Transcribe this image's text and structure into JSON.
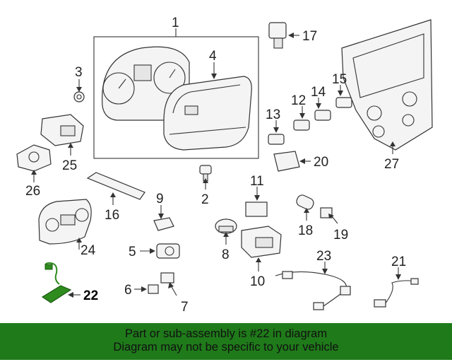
{
  "callouts": [
    {
      "id": "1",
      "label": "1"
    },
    {
      "id": "2",
      "label": "2"
    },
    {
      "id": "3",
      "label": "3"
    },
    {
      "id": "4",
      "label": "4"
    },
    {
      "id": "5",
      "label": "5"
    },
    {
      "id": "6",
      "label": "6"
    },
    {
      "id": "7",
      "label": "7"
    },
    {
      "id": "8",
      "label": "8"
    },
    {
      "id": "9",
      "label": "9"
    },
    {
      "id": "10",
      "label": "10"
    },
    {
      "id": "11",
      "label": "11"
    },
    {
      "id": "12",
      "label": "12"
    },
    {
      "id": "13",
      "label": "13"
    },
    {
      "id": "14",
      "label": "14"
    },
    {
      "id": "15",
      "label": "15"
    },
    {
      "id": "16",
      "label": "16"
    },
    {
      "id": "17",
      "label": "17"
    },
    {
      "id": "18",
      "label": "18"
    },
    {
      "id": "19",
      "label": "19"
    },
    {
      "id": "20",
      "label": "20"
    },
    {
      "id": "21",
      "label": "21"
    },
    {
      "id": "22",
      "label": "22"
    },
    {
      "id": "23",
      "label": "23"
    },
    {
      "id": "24",
      "label": "24"
    },
    {
      "id": "25",
      "label": "25"
    },
    {
      "id": "26",
      "label": "26"
    },
    {
      "id": "27",
      "label": "27"
    }
  ],
  "highlighted_part": "22",
  "highlight_color": "#2e8b1e",
  "banner": {
    "line1": "Part or sub-assembly is #22 in diagram",
    "line2": "Diagram may not be specific to your vehicle",
    "background": "#1f7a1a"
  }
}
